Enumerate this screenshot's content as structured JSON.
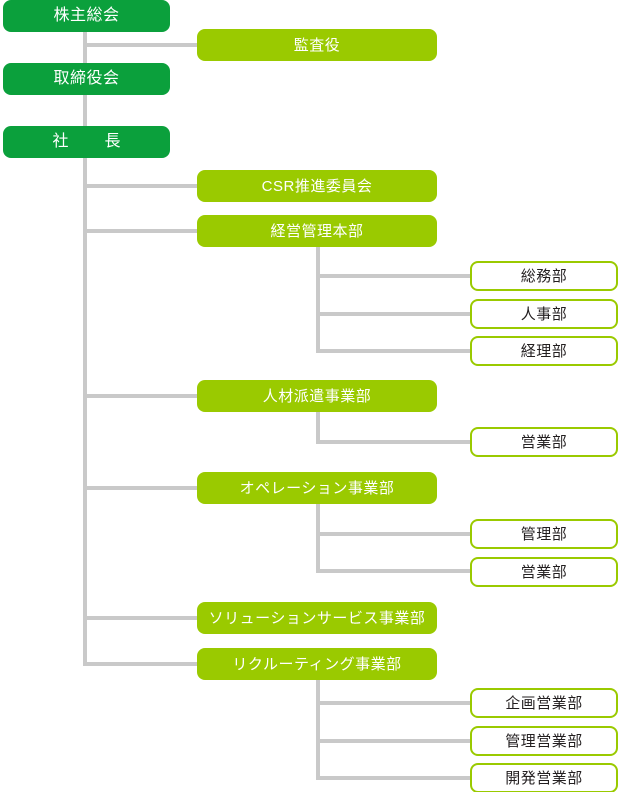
{
  "chart": {
    "title": "",
    "type": "organization-chart",
    "colors": {
      "executive_green": "#0BA03C",
      "division_green": "#9ACA00",
      "department_border": "#9ACA00",
      "department_fill": "#FFFFFF",
      "connector_gray": "#C9C9C9",
      "executive_text": "#FFFFFF",
      "division_text": "#FFFFFF",
      "department_text": "#231F20"
    },
    "executive": [
      {
        "id": "shareholders",
        "label": "株主総会"
      },
      {
        "id": "board",
        "label": "取締役会"
      },
      {
        "id": "president",
        "label": "社　長"
      }
    ],
    "auditor": {
      "id": "auditor",
      "label": "監査役"
    },
    "divisions": [
      {
        "id": "csr",
        "label": "CSR推進委員会",
        "departments": []
      },
      {
        "id": "management",
        "label": "経営管理本部",
        "departments": [
          {
            "id": "general-affairs",
            "label": "総務部"
          },
          {
            "id": "human-resources",
            "label": "人事部"
          },
          {
            "id": "accounting",
            "label": "経理部"
          }
        ]
      },
      {
        "id": "staffing",
        "label": "人材派遣事業部",
        "departments": [
          {
            "id": "staffing-sales",
            "label": "営業部"
          }
        ]
      },
      {
        "id": "operation",
        "label": "オペレーション事業部",
        "departments": [
          {
            "id": "operation-admin",
            "label": "管理部"
          },
          {
            "id": "operation-sales",
            "label": "営業部"
          }
        ]
      },
      {
        "id": "solution",
        "label": "ソリューションサービス事業部",
        "departments": []
      },
      {
        "id": "recruiting",
        "label": "リクルーティング事業部",
        "departments": [
          {
            "id": "planning-sales",
            "label": "企画営業部"
          },
          {
            "id": "admin-sales",
            "label": "管理営業部"
          },
          {
            "id": "dev-sales",
            "label": "開発営業部"
          }
        ]
      }
    ]
  }
}
